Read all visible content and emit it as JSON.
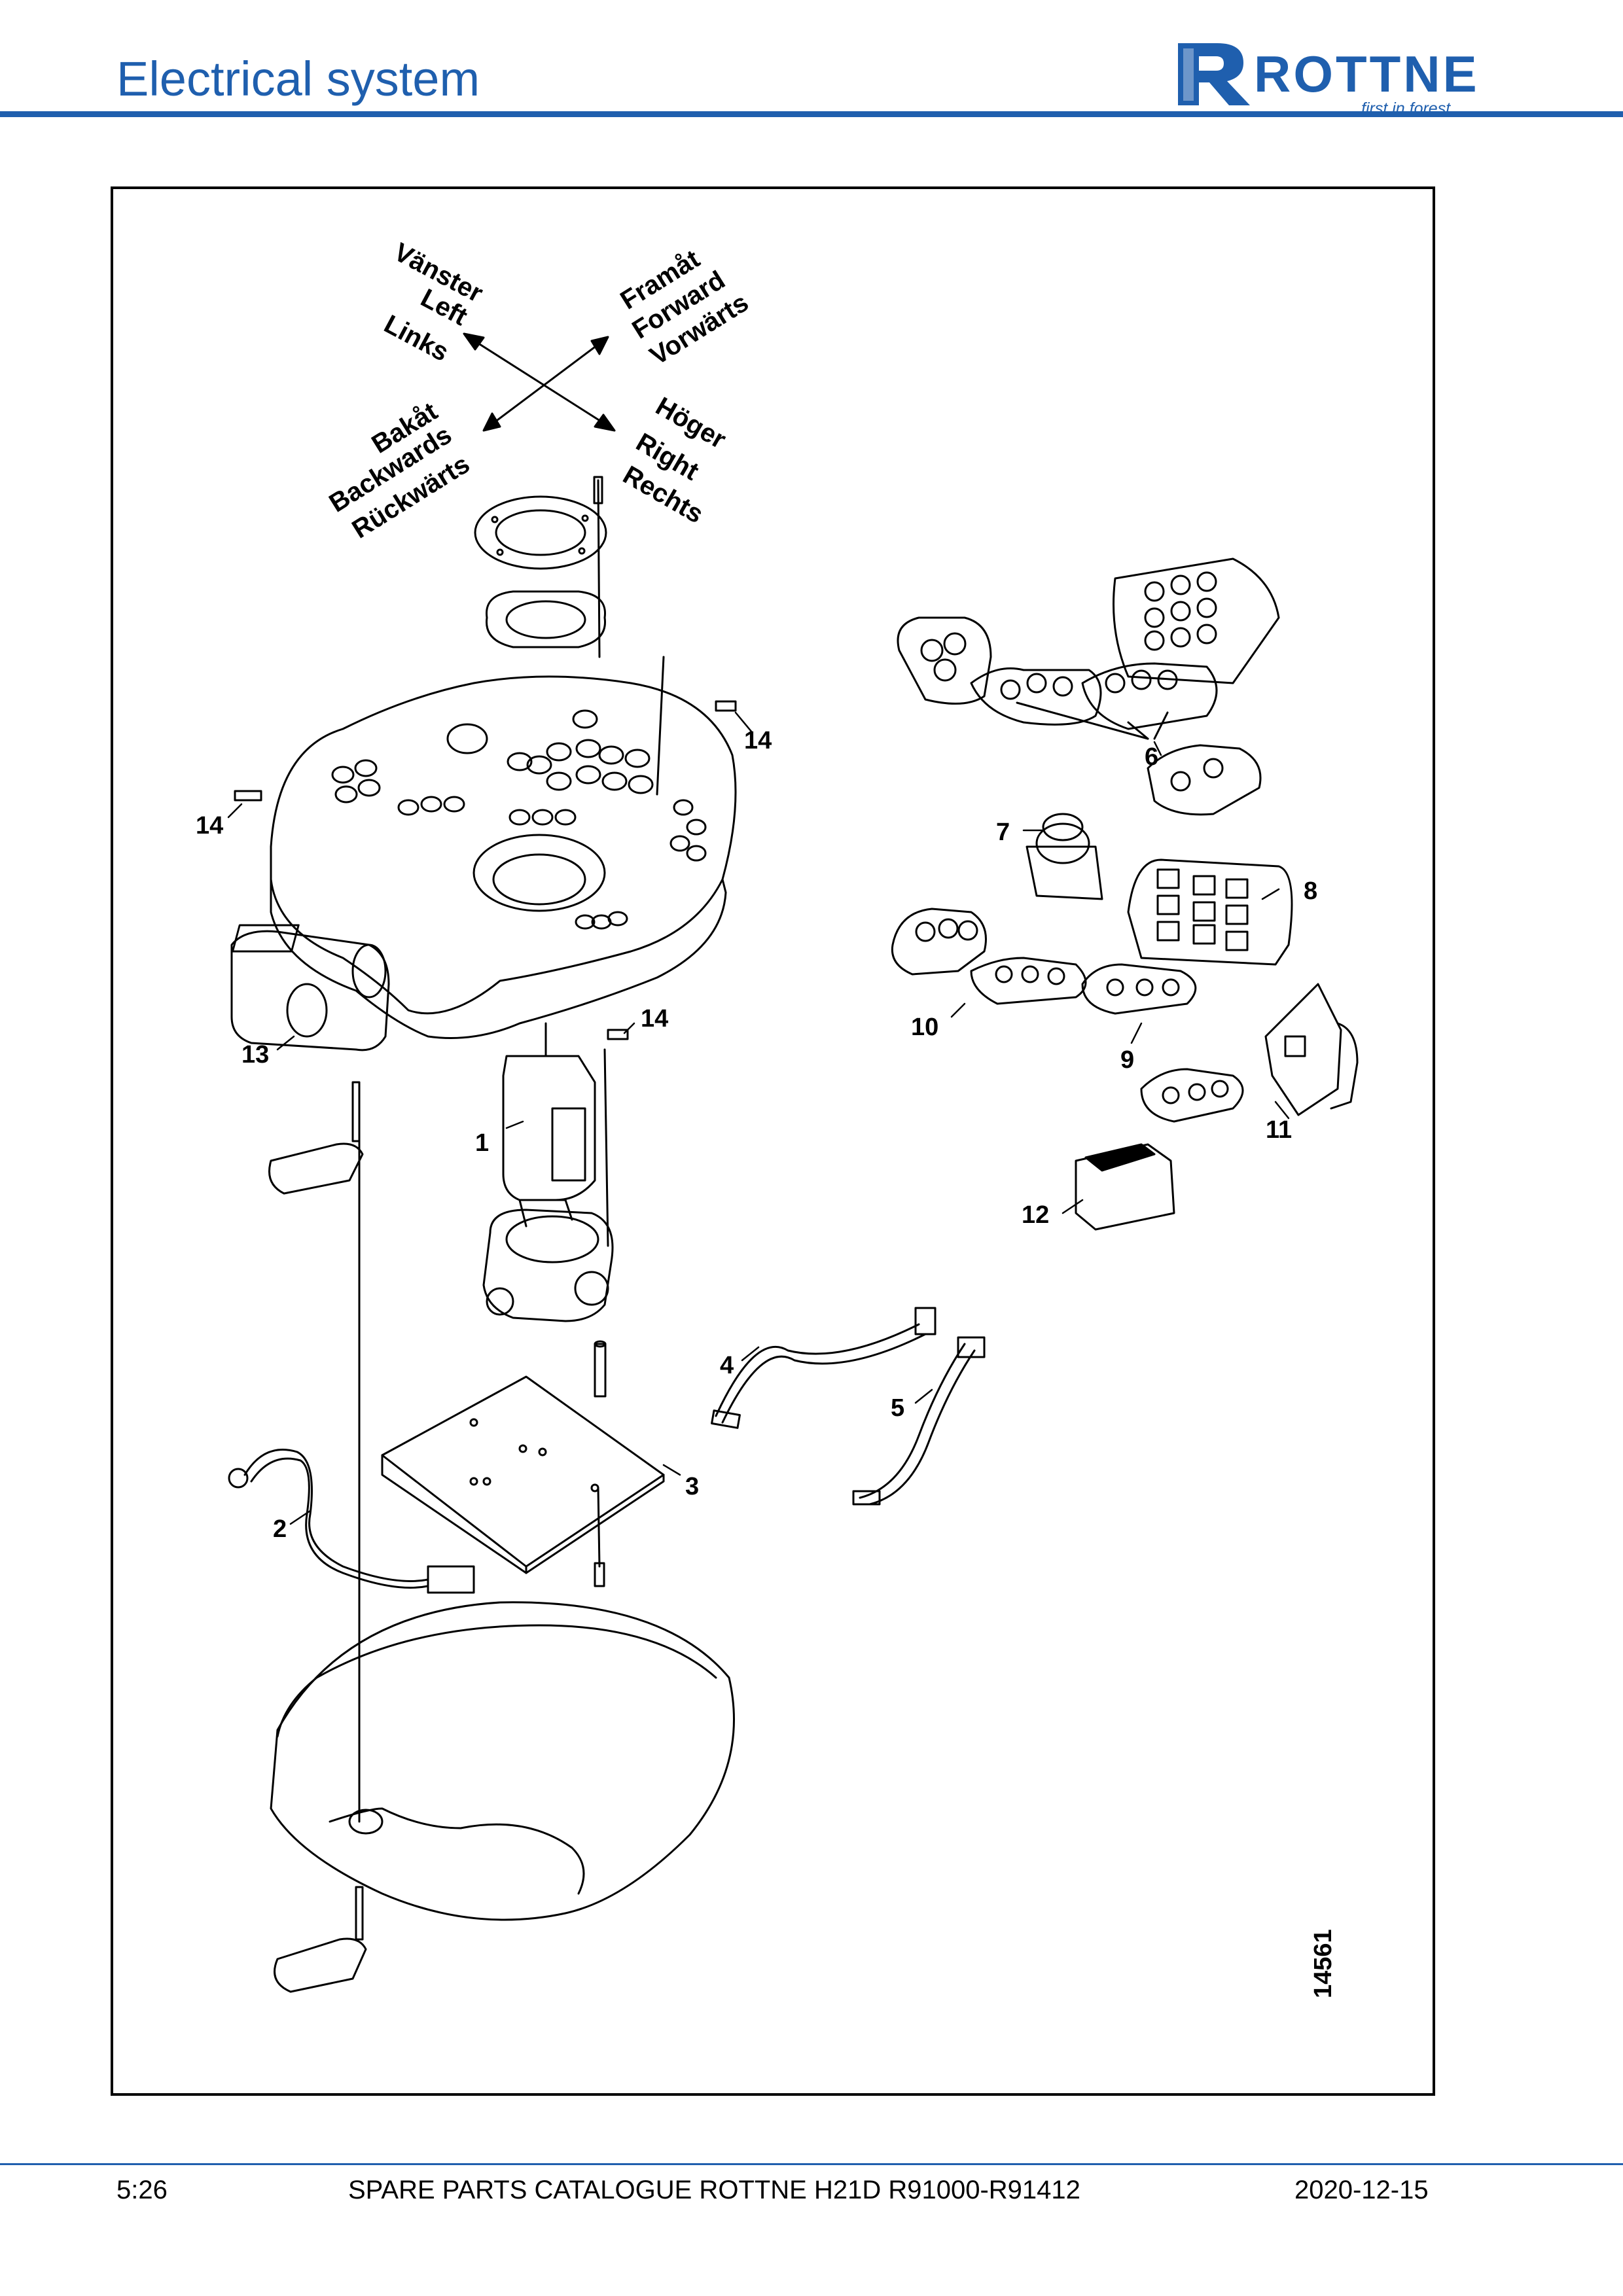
{
  "header": {
    "title": "Electrical system",
    "brand": "ROTTNE",
    "tagline": "first in forest",
    "brand_color": "#1f5fae"
  },
  "figure": {
    "directions": {
      "left": [
        "Vänster",
        "Left",
        "Links"
      ],
      "forward": [
        "Framåt",
        "Forward",
        "Vorwärts"
      ],
      "backwards": [
        "Bakåt",
        "Backwards",
        "Rückwärts"
      ],
      "right": [
        "Höger",
        "Right",
        "Rechts"
      ]
    },
    "callouts": [
      "1",
      "2",
      "3",
      "4",
      "5",
      "6",
      "7",
      "8",
      "9",
      "10",
      "11",
      "12",
      "13",
      "14",
      "14",
      "14"
    ],
    "figure_number": "14561"
  },
  "footer": {
    "page": "5:26",
    "catalogue": "SPARE PARTS CATALOGUE ROTTNE H21D R91000-R91412",
    "date": "2020-12-15"
  }
}
